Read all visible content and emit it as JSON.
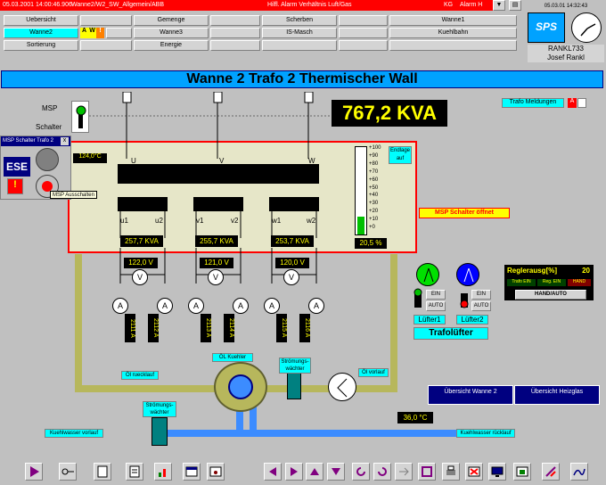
{
  "alarm_bar": {
    "datetime": "05.03.2001 14:00:46.906",
    "source": "Wanne2/W2_SW_Allgemein/ABB",
    "message": "Hilfl. Alarm Verhältnis Luft/Gas",
    "code": "KG",
    "alarm_label": "Alarm H"
  },
  "header": {
    "datetime": "05.03.01 14:32:43",
    "logo_text": "SPS",
    "station": "RANKL733",
    "user": "Josef Rankl"
  },
  "nav": {
    "row1": [
      "Uebersicht",
      "Gemenge",
      "Scherben",
      "Wanne1"
    ],
    "row2": [
      "Wanne2",
      "Wanne3",
      "IS-Masch",
      "Kuehlbahn"
    ],
    "row3": [
      "Sortierung",
      "Energie"
    ],
    "mode_letters": [
      "A",
      "W",
      "!"
    ]
  },
  "page": {
    "title": "Wanne 2 Trafo 2 Thermischer Wall"
  },
  "msp": {
    "msp_label": "MSP",
    "schalter_label": "Schalter",
    "popup_title": "MSP Schalter Trafo 2",
    "ese_label": "ESE",
    "tooltip": "MSP Ausschalten",
    "open_label": "MSP Schalter öffnet"
  },
  "main_power": "767,2 KVA",
  "trafo_meldungen": "Trafo Meldungen",
  "trafo_alert_letter": "A",
  "transformer": {
    "temp": "124,0°C",
    "phase_labels": [
      "U",
      "V",
      "W"
    ],
    "endlage_label": "Endlage auf",
    "gauge_ticks": [
      "+100",
      "+90",
      "+80",
      "+70",
      "+60",
      "+50",
      "+40",
      "+30",
      "+20",
      "+10",
      "+0"
    ],
    "gauge_value": "20,5 %",
    "gauge_level": 0.205,
    "phases": [
      {
        "left": "u1",
        "right": "u2",
        "kva": "257,7 KVA",
        "volt": "122,0 V",
        "amp1": "2111 A",
        "amp2": "2112 A"
      },
      {
        "left": "v1",
        "right": "v2",
        "kva": "255,7 KVA",
        "volt": "121,0 V",
        "amp1": "2113 A",
        "amp2": "2114 A"
      },
      {
        "left": "w1",
        "right": "w2",
        "kva": "253,7 KVA",
        "volt": "120,0 V",
        "amp1": "2115 A",
        "amp2": "2116 A"
      }
    ],
    "voltmeter_symbol": "V",
    "ammeter_symbol": "A"
  },
  "fans": {
    "ein": "EIN",
    "auto": "AUTO",
    "fan1": "Lüfter1",
    "fan2": "Lüfter2",
    "group": "Trafolüfter"
  },
  "regler": {
    "label": "Reglerausg[%]",
    "value": "20",
    "status": [
      "Trafo EIN",
      "Reg. EIN",
      "HAND"
    ],
    "mode": "HAND/AUTO"
  },
  "cooling": {
    "oil_return": "Öl ruecklauf",
    "oil_cooler": "ÖL Kuehler",
    "flow1": "Strömungs-wächter",
    "oil_flow": "Öl vorlauf",
    "flow2": "Strömungs-wächter",
    "water_in": "Kuehlwasser vorlauf",
    "water_out": "Kuehlwasser rücklauf",
    "water_temp": "36,0 °C"
  },
  "overview": {
    "btn1": "Übersicht Wanne 2",
    "btn2": "Übersicht Heizglas"
  },
  "colors": {
    "alarm": "#ff0000",
    "title_bg": "#00a2ff",
    "panel": "#e6e6c8",
    "frame": "#ff0000",
    "value_text": "#ffff00",
    "pipe_oil": "#b7b75c",
    "pipe_water": "#3c8cff",
    "navy": "#000080"
  }
}
